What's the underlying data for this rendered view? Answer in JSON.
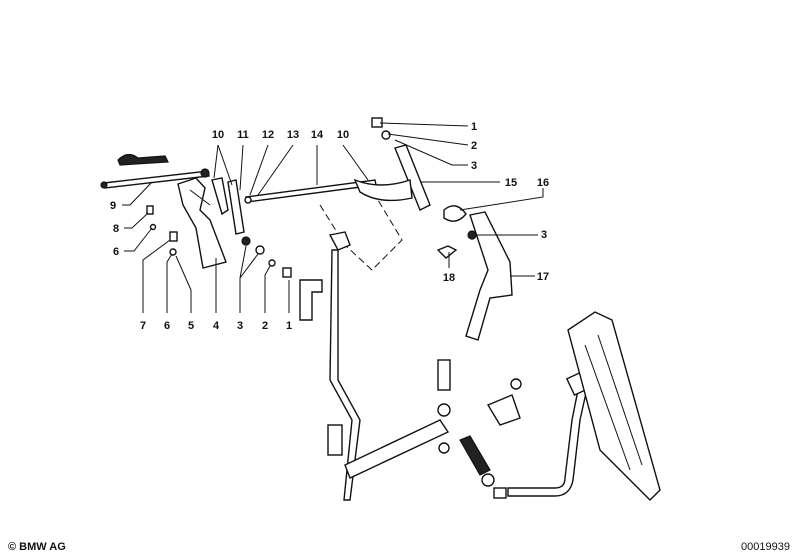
{
  "diagram": {
    "callouts_left": [
      "10",
      "11",
      "12",
      "13",
      "14",
      "10",
      "9",
      "8",
      "6",
      "7",
      "6",
      "5",
      "4",
      "3",
      "2",
      "1"
    ],
    "callouts_right": [
      "1",
      "2",
      "3",
      "15",
      "16",
      "3",
      "18",
      "17"
    ]
  },
  "footer": {
    "copyright": "© BMW AG",
    "diagram_number": "00019939"
  }
}
